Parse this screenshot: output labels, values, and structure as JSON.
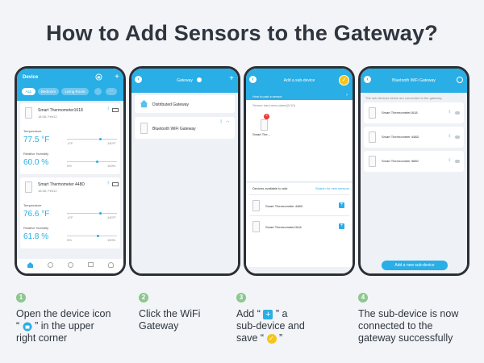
{
  "title": "How to Add Sensors to the Gateway?",
  "colors": {
    "accent": "#29aee6",
    "step_badge": "#8cc78f",
    "confirm": "#f5c518"
  },
  "phone1": {
    "header_title": "Device",
    "tabs": [
      "ALL",
      "Bedroom",
      "Living Room"
    ],
    "devices": [
      {
        "name": "Smart Thermometer1618",
        "meta": "18:38, Feb12",
        "temp_label": "Temperature",
        "temp_value": "77.5 °F",
        "temp_min": "-4°F",
        "temp_max": "140°F",
        "hum_label": "Relative Humidity",
        "hum_value": "60.0 %",
        "hum_min": "0%",
        "hum_max": "100%"
      },
      {
        "name": "Smart Thermometer 448D",
        "meta": "18:38, Feb12",
        "temp_label": "Temperature",
        "temp_value": "76.6 °F",
        "temp_min": "-4°F",
        "temp_max": "140°F",
        "hum_label": "Relative Humidity",
        "hum_value": "61.8 %",
        "hum_min": "0%",
        "hum_max": "100%"
      }
    ]
  },
  "phone2": {
    "header_title": "Gateway",
    "items": [
      "Distributed Gateway",
      "Bluetooth WiFi Gateway"
    ]
  },
  "phone3": {
    "header_title": "Add a sub-device",
    "banner": "How to pair a sensor",
    "paired_label": "Sensor has been paired(1/10)",
    "paired_device": "Smart The...",
    "available_label": "Devices available to add",
    "search_link": "Search for new sensors",
    "available": [
      "Smart Thermometer 448D",
      "Smart Thermometer1618"
    ]
  },
  "phone4": {
    "header_title": "Bluetooth WiFi Gateway",
    "note": "The sub-devices below are connected to the gateway.",
    "devices": [
      "Smart Thermometer1618",
      "Smart Thermometer 448D",
      "Smart Thermometer 5680"
    ],
    "add_button": "Add a new sub-device"
  },
  "steps": [
    {
      "num": "1",
      "lines": [
        "Open the device icon",
        "\"  \" in the upper",
        "right corner"
      ]
    },
    {
      "num": "2",
      "lines": [
        "Click the WiFi",
        "Gateway"
      ]
    },
    {
      "num": "3",
      "lines": [
        "Add \"  \" a",
        "sub-device and",
        "save \"  \""
      ]
    },
    {
      "num": "4",
      "lines": [
        "The sub-device is now",
        "connected to the",
        "gateway successfully"
      ]
    }
  ]
}
